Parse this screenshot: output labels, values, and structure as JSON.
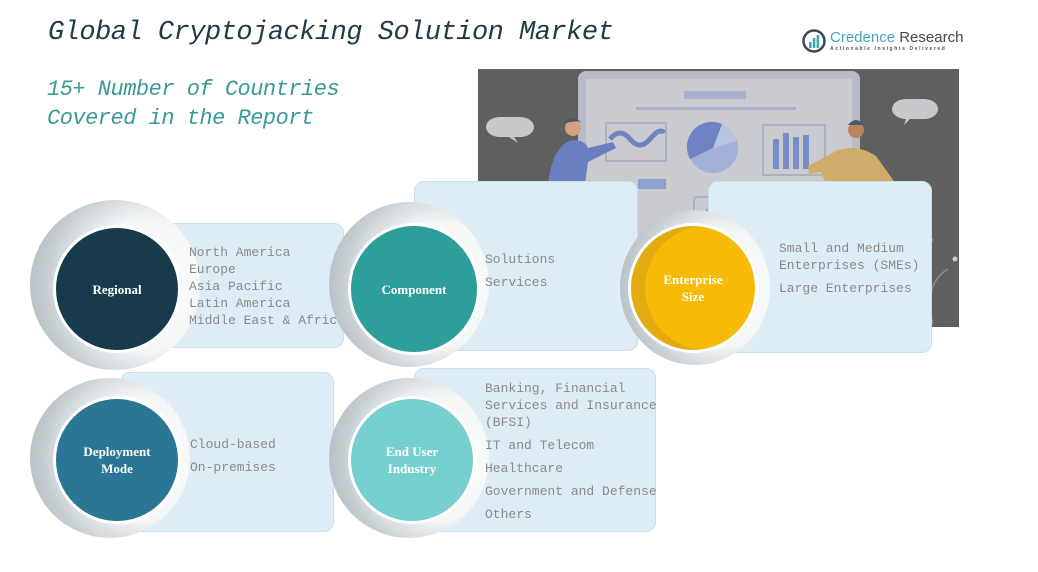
{
  "header": {
    "title": "Global Cryptojacking Solution Market",
    "subtitle_line1": "15+ Number of Countries",
    "subtitle_line2": "Covered in the Report"
  },
  "logo": {
    "name_part1": "Credence",
    "name_part2": " Research",
    "tagline": "Actionable Insights Delivered",
    "icon": "bar-chart-circle-icon"
  },
  "hero_image": {
    "description": "illustration of two people presenting charts on a dashboard"
  },
  "colors": {
    "regional": "#173b4b",
    "component": "#2e9e9b",
    "enterprise_size": "#f7bb07",
    "deployment_mode": "#2b7695",
    "end_user_industry": "#76d0d0",
    "card_bg": "#deedf5",
    "item_text": "#8a8a8a"
  },
  "segments": {
    "regional": {
      "label": "Regional",
      "items": [
        "North America",
        "Europe",
        "Asia Pacific",
        "Latin America",
        "Middle East & Africa"
      ]
    },
    "component": {
      "label": "Component",
      "items": [
        "Solutions",
        "Services"
      ]
    },
    "enterprise_size": {
      "label_line1": "Enterprise",
      "label_line2": "Size",
      "items": [
        "Small and Medium",
        "Enterprises (SMEs)",
        "Large Enterprises"
      ]
    },
    "deployment_mode": {
      "label_line1": "Deployment",
      "label_line2": "Mode",
      "items": [
        "Cloud-based",
        "On-premises"
      ]
    },
    "end_user_industry": {
      "label_line1": "End User",
      "label_line2": "Industry",
      "items": [
        "Banking, Financial",
        "Services and Insurance",
        "(BFSI)",
        "IT and Telecom",
        "Healthcare",
        "Government and Defense",
        "Others"
      ]
    }
  }
}
